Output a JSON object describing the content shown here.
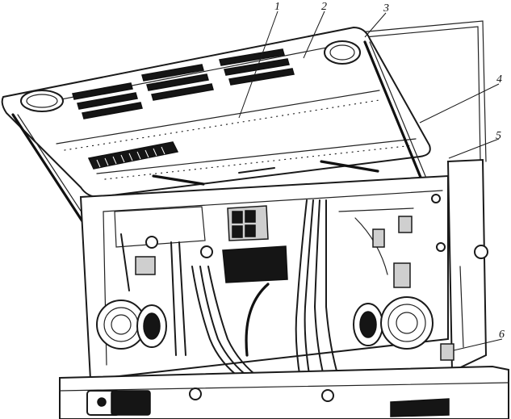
{
  "figure": {
    "callouts": [
      {
        "id": "1",
        "label": "1"
      },
      {
        "id": "2",
        "label": "2"
      },
      {
        "id": "3",
        "label": "3"
      },
      {
        "id": "4",
        "label": "4"
      },
      {
        "id": "5",
        "label": "5"
      },
      {
        "id": "6",
        "label": "6"
      }
    ]
  },
  "colors": {
    "ink": "#1a1a1a",
    "paper": "#ffffff"
  }
}
